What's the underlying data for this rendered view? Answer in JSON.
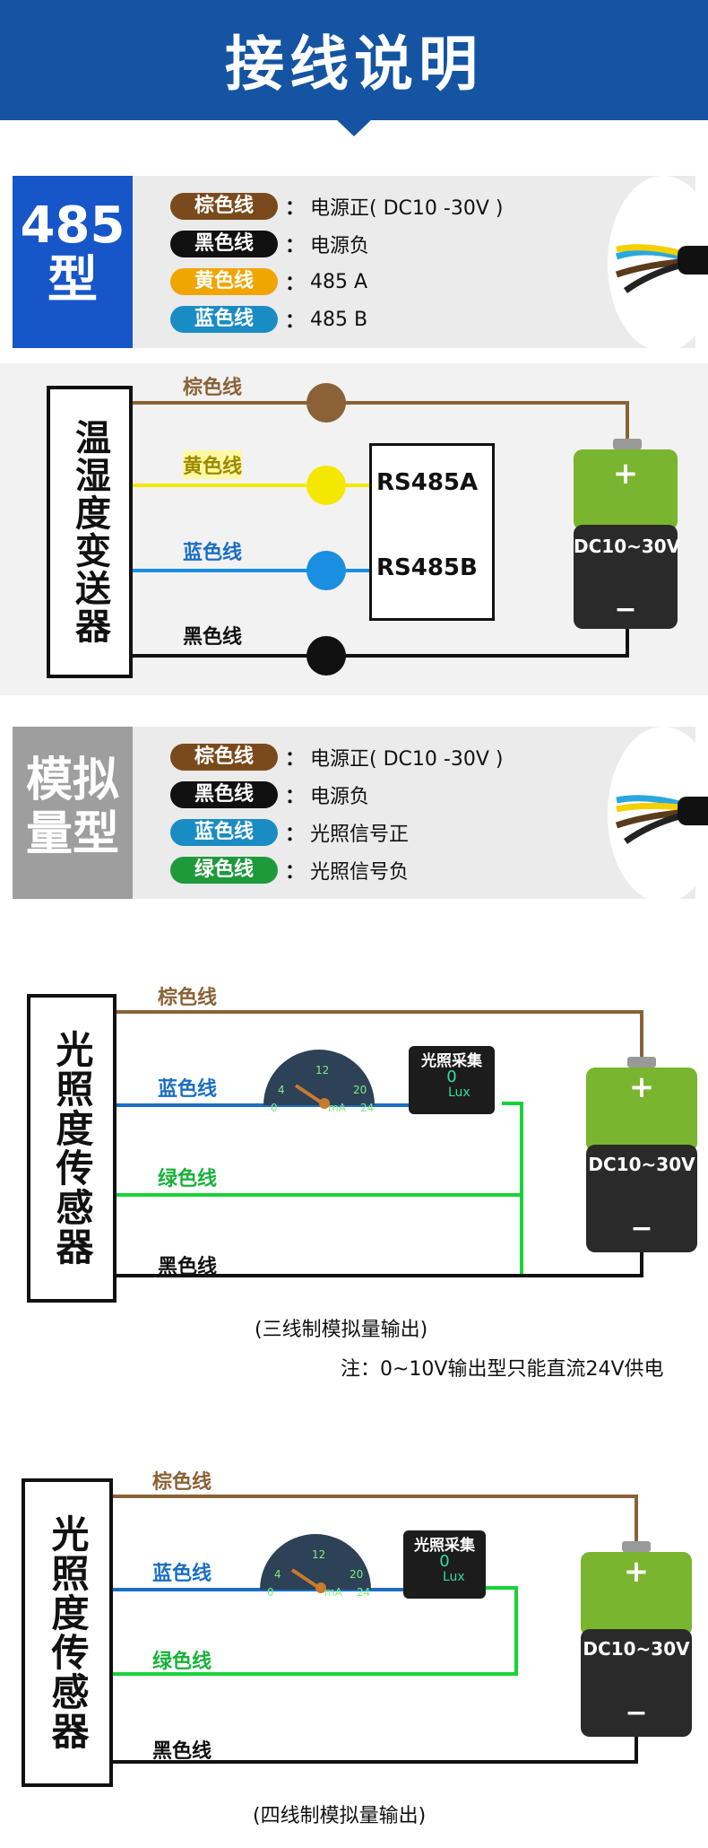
{
  "header": {
    "title": "接线说明"
  },
  "rs485": {
    "type_line1": "485",
    "type_line2": "型",
    "legend": [
      {
        "tag": "棕色线",
        "color": "#7a4a1c",
        "desc": "电源正( DC10 -30V )"
      },
      {
        "tag": "黑色线",
        "color": "#111111",
        "desc": "电源负"
      },
      {
        "tag": "黄色线",
        "color": "#f0a500",
        "desc": "485 A"
      },
      {
        "tag": "蓝色线",
        "color": "#1a8cc4",
        "desc": "485 B"
      }
    ]
  },
  "diagram1": {
    "sensor": "温湿度变送器",
    "wires": {
      "brown": "棕色线",
      "yellow": "黄色线",
      "blue": "蓝色线",
      "black": "黑色线"
    },
    "rs485a": "RS485A",
    "rs485b": "RS485B",
    "battery_label": "DC10~30V",
    "plus": "+",
    "minus": "−"
  },
  "analog": {
    "type_line1": "模拟",
    "type_line2": "量型",
    "legend": [
      {
        "tag": "棕色线",
        "color": "#7a4a1c",
        "desc": "电源正( DC10 -30V )"
      },
      {
        "tag": "黑色线",
        "color": "#111111",
        "desc": "电源负"
      },
      {
        "tag": "蓝色线",
        "color": "#1a8cc4",
        "desc": "光照信号正"
      },
      {
        "tag": "绿色线",
        "color": "#1f9a3a",
        "desc": "光照信号负"
      }
    ]
  },
  "diagram2": {
    "sensor": "光照度传感器",
    "wires": {
      "brown": "棕色线",
      "blue": "蓝色线",
      "green": "绿色线",
      "black": "黑色线"
    },
    "meter": {
      "ticks": [
        "4",
        "12",
        "20",
        "0",
        "24"
      ],
      "unit": "mA"
    },
    "collector": {
      "title": "光照采集",
      "value": "0",
      "unit": "Lux"
    },
    "battery_label": "DC10~30V",
    "plus": "+",
    "minus": "−",
    "caption": "(三线制模拟量输出)",
    "note": "注：0~10V输出型只能直流24V供电"
  },
  "diagram3": {
    "sensor": "光照度传感器",
    "wires": {
      "brown": "棕色线",
      "blue": "蓝色线",
      "green": "绿色线",
      "black": "黑色线"
    },
    "meter": {
      "ticks": [
        "4",
        "12",
        "20",
        "0",
        "24"
      ],
      "unit": "mA"
    },
    "collector": {
      "title": "光照采集",
      "value": "0",
      "unit": "Lux"
    },
    "battery_label": "DC10~30V",
    "plus": "+",
    "minus": "−",
    "caption": "(四线制模拟量输出)"
  },
  "colors": {
    "brand_blue": "#1454a3",
    "wire_brown": "#8a6236",
    "wire_yellow": "#f5e800",
    "wire_blue": "#1a8ee0",
    "wire_green": "#18d23a",
    "wire_black": "#111111"
  }
}
